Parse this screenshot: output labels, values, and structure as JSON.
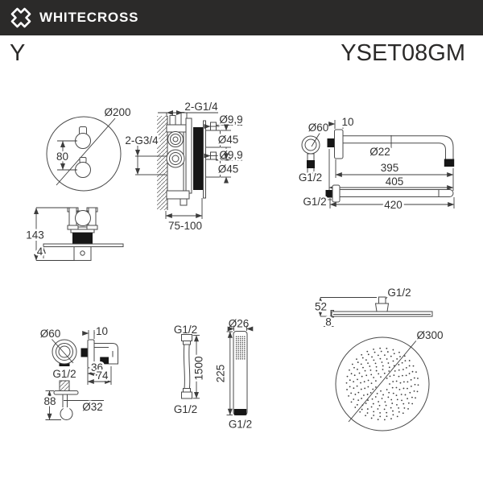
{
  "header": {
    "brand": "WHITECROSS",
    "series": "Y",
    "model": "YSET08GM"
  },
  "labels": {
    "dial_diameter": "Ø200",
    "dial_spacing": "80",
    "valve_inlets": "2-G1/4",
    "valve_outlets": "2-G3/4",
    "valve_stem_top": "Ø9,9",
    "valve_knob_top": "Ø45",
    "valve_stem_bottom": "Ø9,9",
    "valve_knob_bottom": "Ø45",
    "valve_depth": "75-100",
    "valve_height": "143",
    "valve_plate": "4",
    "arm_flange_dia": "Ø60",
    "arm_flange_thk": "10",
    "arm_pipe_dia": "Ø22",
    "arm_len_1": "395",
    "arm_len_2": "405",
    "arm_thread": "G1/2",
    "arm2_thread": "G1/2",
    "arm2_len": "420",
    "outlet_dia": "Ø60",
    "outlet_thread": "G1/2",
    "outlet_thk": "10",
    "outlet_h": "36",
    "outlet_w": "74",
    "holder_h": "88",
    "holder_hook": "Ø32",
    "hose_thread_top": "G1/2",
    "hose_len": "1500",
    "hose_thread_bottom": "G1/2",
    "hand_dia": "Ø26",
    "hand_len": "225",
    "hand_thread": "G1/2",
    "head_thread": "G1/2",
    "head_h": "52",
    "head_thk": "8",
    "head_dia": "Ø300"
  },
  "colors": {
    "header_bg": "#2b2a29",
    "line": "#4a4a4a",
    "fill": "#161616"
  },
  "headshower_nozzles": {
    "rings": [
      {
        "r": 9,
        "n": 7
      },
      {
        "r": 13.5,
        "n": 11
      },
      {
        "r": 18,
        "n": 14
      },
      {
        "r": 22.5,
        "n": 17
      },
      {
        "r": 27,
        "n": 21
      },
      {
        "r": 31.5,
        "n": 24
      },
      {
        "r": 36,
        "n": 28
      },
      {
        "r": 40.5,
        "n": 31
      },
      {
        "r": 44.5,
        "n": 34
      }
    ]
  },
  "handshower_spray_grid": {
    "cols": 5,
    "rows": 12
  }
}
